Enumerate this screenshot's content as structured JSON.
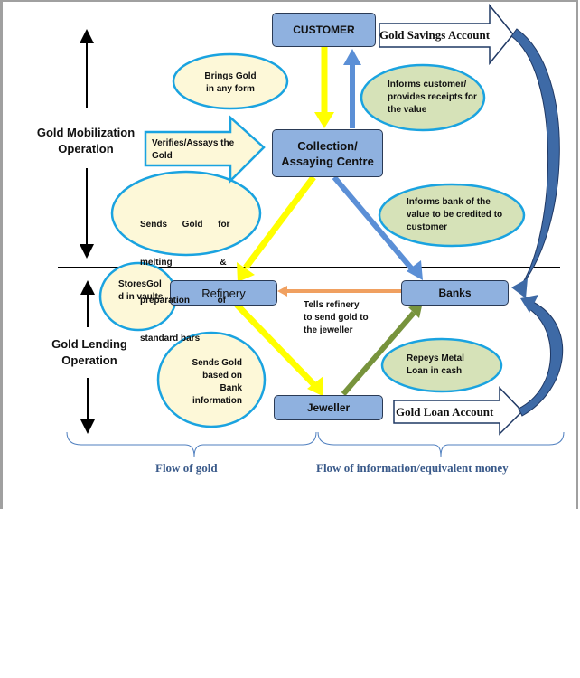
{
  "diagram": {
    "nodes": {
      "customer": "CUSTOMER",
      "collection": "Collection/ Assaying Centre",
      "collection_line1": "Collection/",
      "collection_line2": "Assaying Centre",
      "refinery": "Refinery",
      "banks": "Banks",
      "jeweller": "Jeweller"
    },
    "sections": {
      "mobilization_line1": "Gold Mobilization",
      "mobilization_line2": "Operation",
      "lending_line1": "Gold Lending",
      "lending_line2": "Operation"
    },
    "notes": {
      "brings_gold_1": "Brings Gold",
      "brings_gold_2": "in any form",
      "informs_customer_1": "Informs customer/",
      "informs_customer_2": "provides receipts for",
      "informs_customer_3": "the value",
      "verifies_1": "Verifies/Assays the",
      "verifies_2": "Gold",
      "sends_melting_1": "Sends      Gold      for",
      "sends_melting_2": "melting                   &",
      "sends_melting_3": "preparation           of",
      "sends_melting_4": "standard bars",
      "informs_bank_1": "Informs bank of the",
      "informs_bank_2": "value to be credited to",
      "informs_bank_3": "customer",
      "stores_1": "StoresGol",
      "stores_2": "d in vaults",
      "tells_refinery_1": "Tells refinery",
      "tells_refinery_2": "to send gold to",
      "tells_refinery_3": "the jeweller",
      "sends_bank_1": "Sends Gold",
      "sends_bank_2": "based on",
      "sends_bank_3": "Bank",
      "sends_bank_4": "information",
      "repays_1": "Repeys Metal",
      "repays_2": "Loan in cash"
    },
    "accounts": {
      "savings": "Gold Savings Account",
      "loan": "Gold Loan Account"
    },
    "footer": {
      "flow_gold": "Flow of gold",
      "flow_info": "Flow of information/equivalent money"
    },
    "colors": {
      "box_fill": "#8fb1df",
      "note_cream": "#fdf8d8",
      "note_green": "#d6e2b8",
      "note_border": "#1aa3e0",
      "gold_arrow": "#ffff00",
      "blue_arrow": "#5b8fd6",
      "orange_arrow": "#f0a060",
      "green_arrow": "#77933c",
      "curve_arrow": "#3e6aa6",
      "footer_text": "#3a5a8a"
    }
  }
}
